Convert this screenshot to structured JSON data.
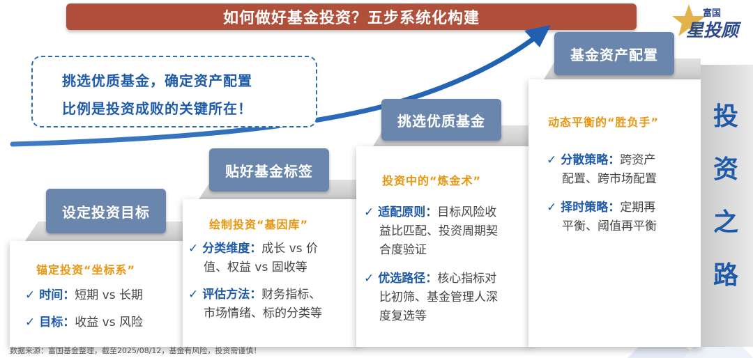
{
  "title": "如何做好基金投资？五步系统化构建",
  "logo": {
    "top": "富国",
    "bottom": "星投顾"
  },
  "callout": {
    "line1": "挑选优质基金，确定资产配置",
    "line2": "比例是投资成败的关键所在！"
  },
  "steps": [
    {
      "label": "设定投资目标",
      "subhead": "锚定投资“坐标系”",
      "items": [
        {
          "key": "时间：",
          "text": "短期 vs 长期"
        },
        {
          "key": "目标：",
          "text": "收益 vs 风险"
        }
      ]
    },
    {
      "label": "贴好基金标签",
      "subhead": "绘制投资“基因库”",
      "items": [
        {
          "key": "分类维度：",
          "text": "成长 vs 价",
          "cont": "值、权益 vs 固收等"
        },
        {
          "key": "评估方法：",
          "text": "财务指标、",
          "cont": "市场情绪、标的分类等"
        }
      ]
    },
    {
      "label": "挑选优质基金",
      "subhead": "投资中的“炼金术”",
      "items": [
        {
          "key": "适配原则：",
          "text": "目标风险收",
          "cont": "益比匹配、投资周期契",
          "cont2": "合度验证"
        },
        {
          "key": "优选路径：",
          "text": "核心指标对",
          "cont": "比初筛、基金管理人深",
          "cont2": "度复选等"
        }
      ]
    },
    {
      "label": "基金资产配置",
      "subhead": "动态平衡的“胜负手”",
      "items": [
        {
          "key": "分散策略：",
          "text": "跨资产",
          "cont": "配置、跨市场配置"
        },
        {
          "key": "择时策略：",
          "text": "定期再",
          "cont": "平衡、阈值再平衡"
        }
      ]
    }
  ],
  "side_text": [
    "投",
    "资",
    "之",
    "路"
  ],
  "check_mark": "✓",
  "source": "数据来源：富国基金整理，截至2025/08/12，基金有风险，投资需谨慎！",
  "colors": {
    "title_bg": "#b0503a",
    "label_bg": "#6b86ad",
    "accent_blue": "#1e5aa8",
    "subhead_orange": "#e8950f"
  }
}
